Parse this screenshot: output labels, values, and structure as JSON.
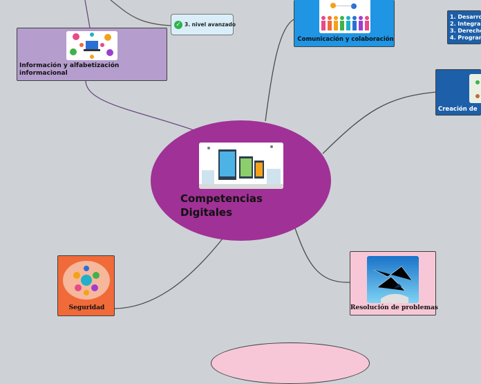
{
  "central": {
    "title": "Competencias Digitales"
  },
  "topics": {
    "info": {
      "label": "Información y alfabetización informacional"
    },
    "comm": {
      "label": "Comunicación y colaboración"
    },
    "creation": {
      "label": "Creación de"
    },
    "security": {
      "label": "Seguridad"
    },
    "problems": {
      "label": "Resolución de problemas"
    }
  },
  "level_badge": {
    "label": "3. nivel avanzado",
    "icon": "check-circle-icon",
    "color": "#2eb34a"
  },
  "list_node": {
    "items": [
      "1. Desarro",
      "2. Integra",
      "3. Derecho",
      "4. Program"
    ]
  },
  "colors": {
    "background": "#ced2d6",
    "central": "#a03196",
    "info": "#b59dcd",
    "comm": "#1f95e3",
    "creation": "#1d5fa8",
    "security": "#f06a3a",
    "problems": "#f7c7d7"
  }
}
